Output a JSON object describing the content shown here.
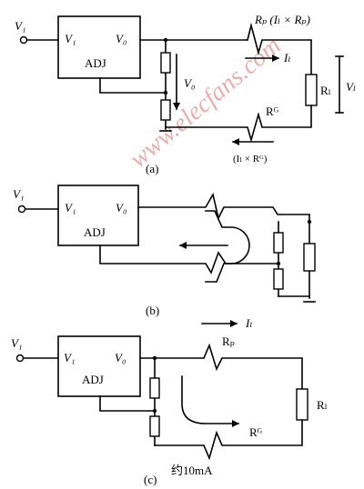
{
  "watermark": "www.elecfans.com",
  "a": {
    "caption": "(a)",
    "input_label": "V₁",
    "regulator": {
      "pin_in": "V₁",
      "pin_out": "V₀",
      "adj": "ADJ"
    },
    "vo_label": "V₀",
    "rp_label": "Rₚ (Iₗ × Rₚ)",
    "il_label": "Iₗ",
    "rl_label": "Rₗ",
    "vl_label": "Vₗ",
    "rg_label": "Rᴳ",
    "rg_drop_label": "(Iₗ × Rᴳ)"
  },
  "b": {
    "caption": "(b)",
    "input_label": "V₁",
    "regulator": {
      "pin_in": "V₁",
      "pin_out": "V₀",
      "adj": "ADJ"
    }
  },
  "c": {
    "caption": "(c)",
    "input_label": "V₁",
    "regulator": {
      "pin_in": "V₁",
      "pin_out": "V₀",
      "adj": "ADJ"
    },
    "il_label": "Iₗ",
    "rp_label": "Rₚ",
    "rl_label": "Rₗ",
    "rg_label": "Rᴳ",
    "ground_current_label": "约10mA"
  }
}
